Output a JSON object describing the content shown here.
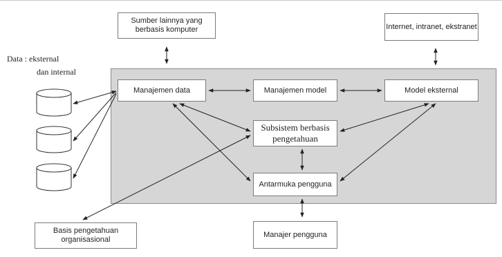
{
  "data_sources": {
    "line1": "Data : eksternal",
    "line2": "dan internal"
  },
  "boxes": {
    "sumber_lainnya": "Sumber lainnya yang berbasis komputer",
    "internet": "Internet, intranet, ekstranet",
    "manajemen_data": "Manajemen data",
    "manajemen_model": "Manajemen model",
    "model_eksternal": "Model eksternal",
    "subsistem": "Subsistem berbasis pengetahuan",
    "antarmuka": "Antarmuka pengguna",
    "basis_pengetahuan": "Basis pengetahuan organisasional",
    "manajer_pengguna": "Manajer pengguna"
  }
}
